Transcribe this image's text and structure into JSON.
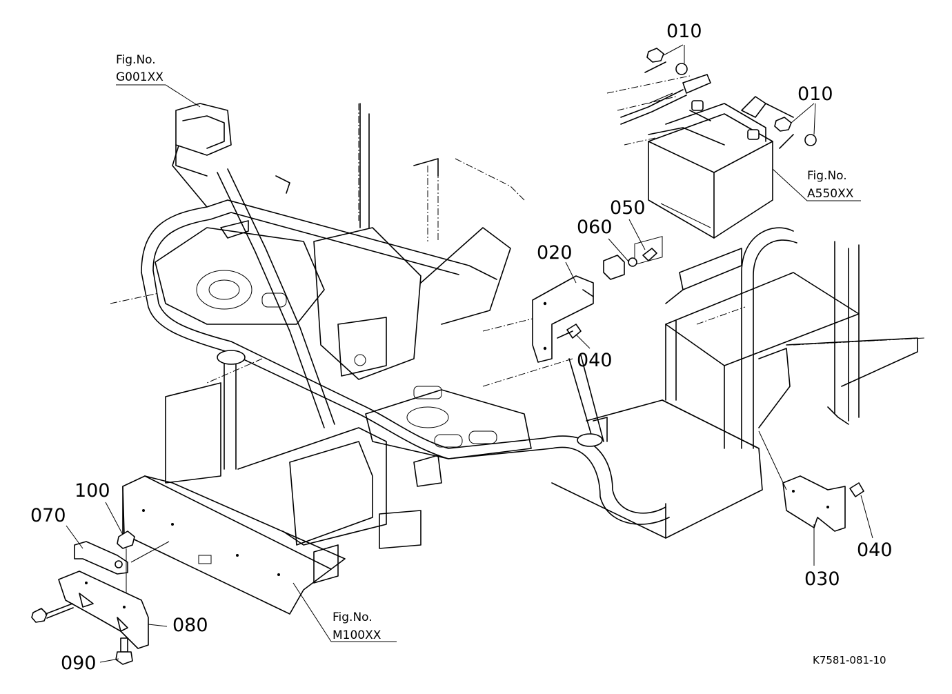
{
  "diagram": {
    "part_labels": {
      "p010_top": "010",
      "p010_right": "010",
      "p050": "050",
      "p060": "060",
      "p020": "020",
      "p040_center": "040",
      "p040_right": "040",
      "p030": "030",
      "p100": "100",
      "p070": "070",
      "p080": "080",
      "p090": "090"
    },
    "figure_refs": {
      "g001": {
        "line1": "Fig.No.",
        "line2": "G001XX"
      },
      "a550": {
        "line1": "Fig.No.",
        "line2": "A550XX"
      },
      "m100": {
        "line1": "Fig.No.",
        "line2": "M100XX"
      }
    },
    "document_id": "K7581-081-10"
  }
}
